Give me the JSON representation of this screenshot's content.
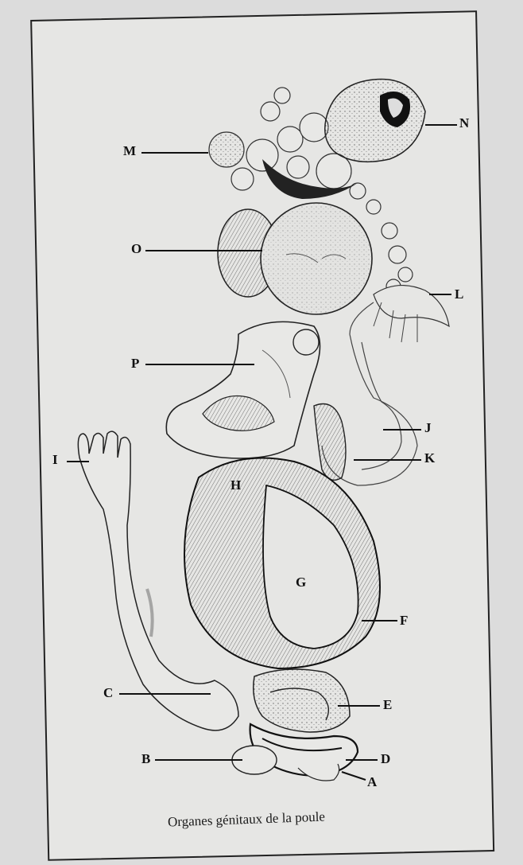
{
  "figure": {
    "caption": "Organes génitaux de la poule",
    "labels": {
      "M": "M",
      "N": "N",
      "O": "O",
      "L": "L",
      "P": "P",
      "J": "J",
      "K": "K",
      "I": "I",
      "H": "H",
      "G": "G",
      "F": "F",
      "C": "C",
      "E": "E",
      "B": "B",
      "D": "D",
      "A": "A"
    }
  },
  "colors": {
    "paper": "#dcdcdc",
    "plate": "#e6e6e4",
    "ink": "#1a1a1a"
  }
}
